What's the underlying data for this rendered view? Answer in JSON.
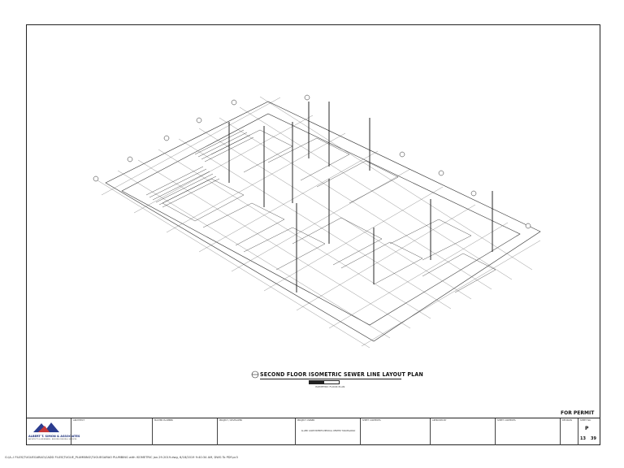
{
  "drawing": {
    "title": "SECOND FLOOR ISOMETRIC SEWER LINE LAYOUT PLAN",
    "scale_note": "ISOMETRIC FLOOR PLAN",
    "status": "FOR PERMIT"
  },
  "titleblock": {
    "firm_name": "ALBERT T. SIMON & ASSOCIATES",
    "firm_sub": "ARCHITECTS & ENGINEERS · BUILDING DESIGN & SERVICES",
    "cells": [
      {
        "label": "ARCHITECT",
        "text": ""
      },
      {
        "label": "MASTER PLUMBER",
        "text": ""
      },
      {
        "label": "PROJECT / DEVELOPER",
        "text": ""
      },
      {
        "label": "PROJECT OWNER",
        "text": "ALLIED CARE EXPERTS MEDICAL CENTER TUGUEGARAO"
      },
      {
        "label": "SHEET CONTENTS",
        "text": ""
      },
      {
        "label": "APPROVED BY",
        "text": ""
      },
      {
        "label": "SHEET CONTENTS",
        "text": ""
      },
      {
        "label": "REVISION",
        "text": ""
      },
      {
        "label": "SHEET NO.",
        "text": "P"
      }
    ],
    "sheet_index": "13",
    "sheet_total": "39"
  },
  "footer": {
    "path": "G:\\A--I FILES\\TUGUEGARAO\\CADD FILES\\TUGUE_PLUMBING\\TUGUEGARAO PLUMBING with ISOMETRIC jan.29.2019.dwg, 6/18/2019 9:40:34 AM, DWG To PDF.pc3"
  }
}
